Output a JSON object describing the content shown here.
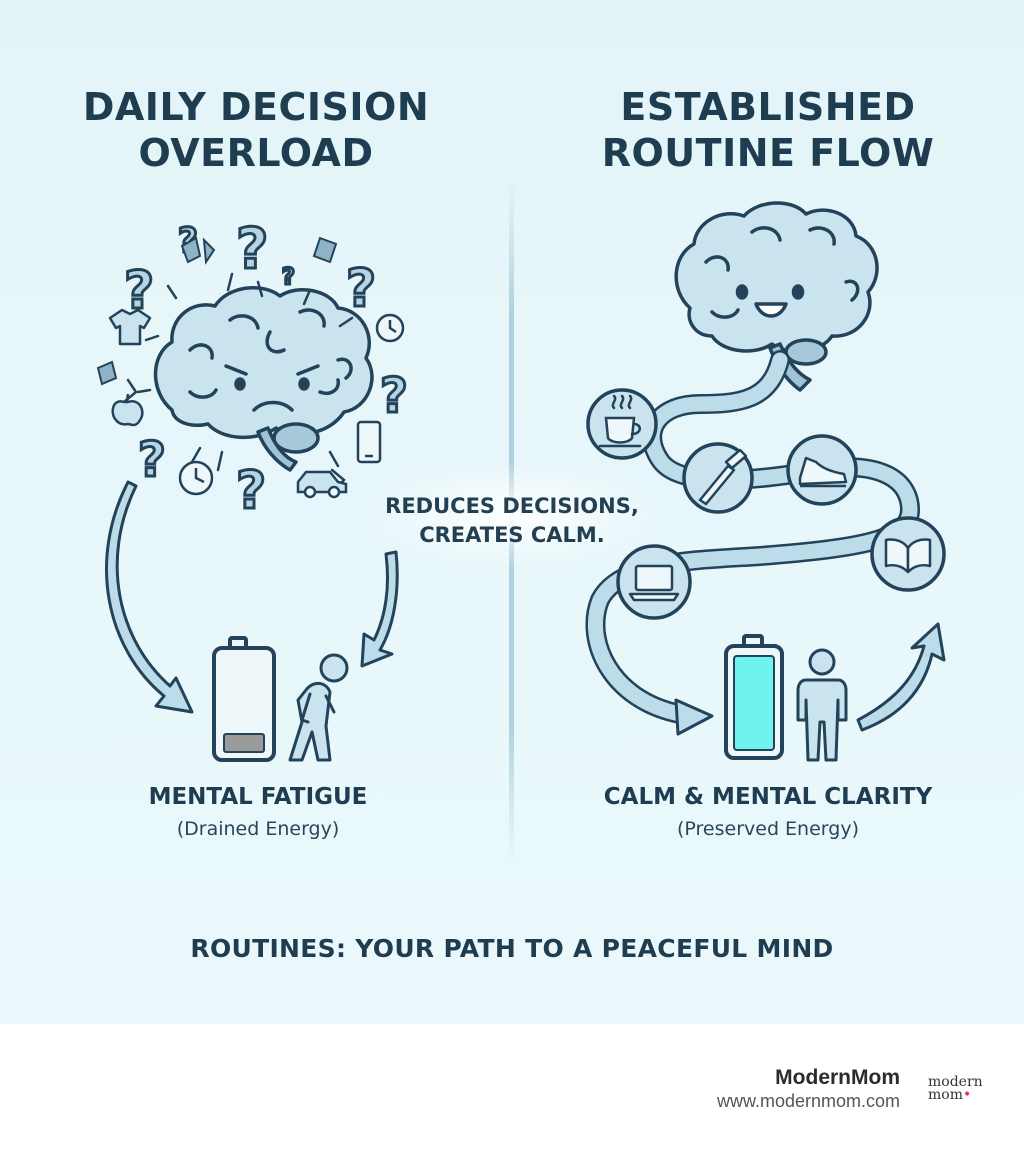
{
  "left": {
    "title_line1": "DAILY DECISION",
    "title_line2": "OVERLOAD",
    "state_label": "MENTAL FATIGUE",
    "state_sub": "(Drained Energy)"
  },
  "right": {
    "title_line1": "ESTABLISHED",
    "title_line2": "ROUTINE FLOW",
    "state_label": "CALM & MENTAL CLARITY",
    "state_sub": "(Preserved Energy)"
  },
  "center_note": {
    "line1": "REDUCES DECISIONS,",
    "line2": "CREATES CALM."
  },
  "tagline": "ROUTINES: YOUR PATH TO A PEACEFUL MIND",
  "footer": {
    "brand_name": "ModernMom",
    "brand_url": "www.modernmom.com",
    "logo_line1": "modern",
    "logo_line2": "mom"
  },
  "colors": {
    "background": "#e3f4f8",
    "ink": "#1e3d50",
    "brain_fill": "#c9e3ef",
    "path_fill": "#bcdcea",
    "battery_low": "#9a9a9a",
    "battery_full": "#6ff3ef",
    "logo_dot": "#e0315a"
  },
  "icons": [
    "stressed-brain-icon",
    "question-mark-icon",
    "tshirt-icon",
    "apple-icon",
    "clock-icon",
    "smartphone-icon",
    "car-icon",
    "low-battery-icon",
    "tired-person-icon",
    "happy-brain-icon",
    "coffee-cup-icon",
    "toothbrush-icon",
    "sneaker-icon",
    "open-book-icon",
    "laptop-icon",
    "full-battery-icon",
    "standing-person-icon"
  ],
  "left_battery_level": 0.18,
  "right_battery_level": 1.0
}
